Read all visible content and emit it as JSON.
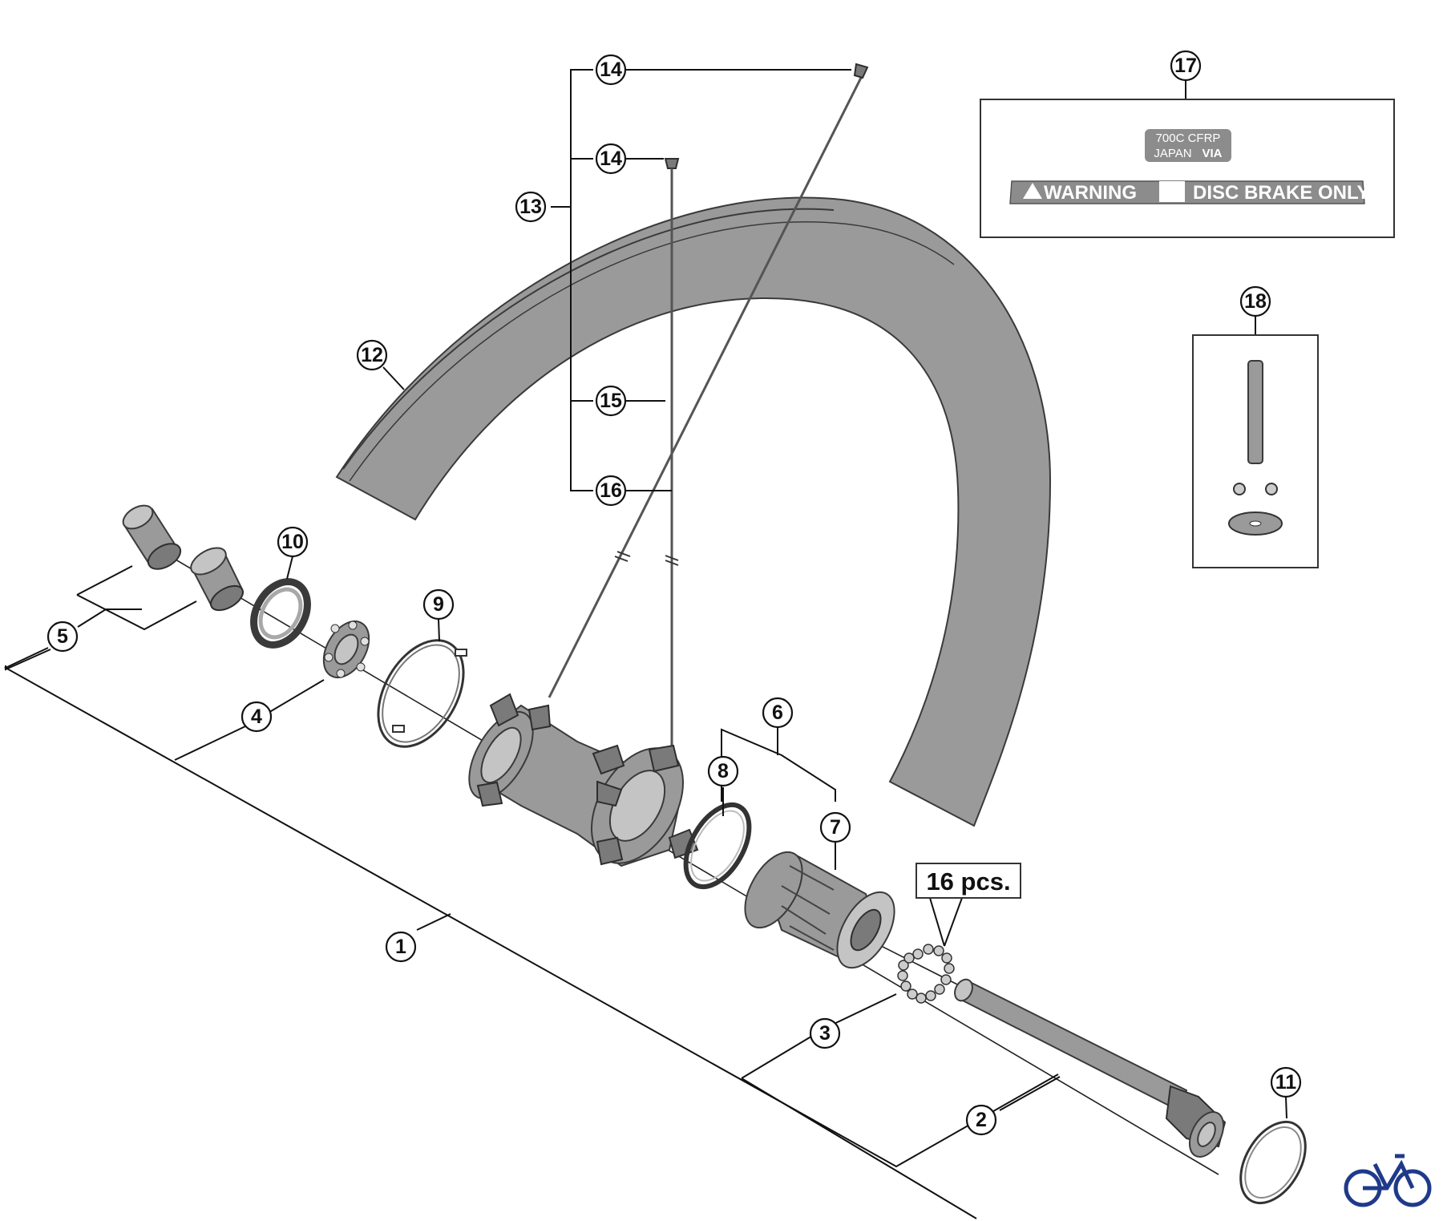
{
  "callouts": {
    "c1": "1",
    "c2": "2",
    "c3": "3",
    "c4": "4",
    "c5": "5",
    "c6": "6",
    "c7": "7",
    "c8": "8",
    "c9": "9",
    "c10": "10",
    "c11": "11",
    "c12": "12",
    "c13": "13",
    "c14a": "14",
    "c14b": "14",
    "c15": "15",
    "c16": "16",
    "c17": "17",
    "c18": "18"
  },
  "quantity_label": "16 pcs.",
  "decal": {
    "line1": "700C  CFRP",
    "line2_a": "JAPAN",
    "line2_b": "VIA",
    "warning": "WARNING",
    "disc_brake": "DISC BRAKE ONLY!"
  },
  "colors": {
    "part_gray": "#9a9a9a",
    "outline": "#3a3a3a",
    "logo_blue": "#1f3a8a"
  },
  "icons": {
    "warning": "warning-triangle-icon",
    "info": "info-manual-icon",
    "logo": "bicycle-logo-icon"
  }
}
